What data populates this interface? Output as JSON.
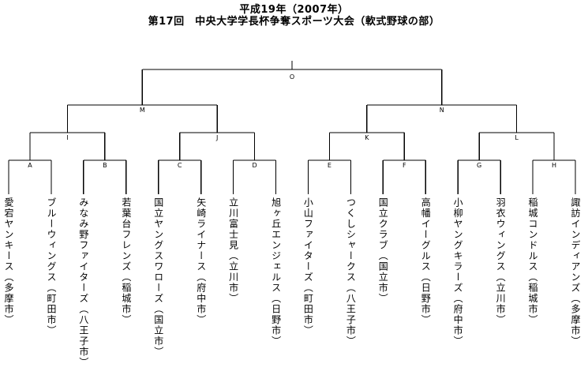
{
  "title": {
    "line1": "平成19年（2007年）",
    "line2": "第17回　中央大学学長杯争奪スポーツ大会（軟式野球の部）"
  },
  "bracket": {
    "teams": [
      {
        "name": "愛宕ヤンキース",
        "city": "多摩市",
        "label": "愛宕ヤンキース（多摩市）"
      },
      {
        "name": "ブルーウィングス",
        "city": "町田市",
        "label": "ブルーウィングス（町田市）"
      },
      {
        "name": "みなみ野ファイターズ",
        "city": "八王子市",
        "label": "みなみ野ファイターズ（八王子市）"
      },
      {
        "name": "若葉台フレンズ",
        "city": "稲城市",
        "label": "若葉台フレンズ（稲城市）"
      },
      {
        "name": "国立ヤングスワローズ",
        "city": "国立市",
        "label": "国立ヤングスワローズ（国立市）"
      },
      {
        "name": "矢崎ライナース",
        "city": "府中市",
        "label": "矢崎ライナース（府中市）"
      },
      {
        "name": "立川富士見",
        "city": "立川市",
        "label": "立川富士見（立川市）"
      },
      {
        "name": "旭ヶ丘エンジェルス",
        "city": "日野市",
        "label": "旭ヶ丘エンジェルス（日野市）"
      },
      {
        "name": "小山ファイターズ",
        "city": "町田市",
        "label": "小山ファイターズ（町田市）"
      },
      {
        "name": "つくしシャークス",
        "city": "八王子市",
        "label": "つくしシャークス（八王子市）"
      },
      {
        "name": "国立クラブ",
        "city": "国立市",
        "label": "国立クラブ（国立市）"
      },
      {
        "name": "高幡イーグルス",
        "city": "日野市",
        "label": "高幡イーグルス（日野市）"
      },
      {
        "name": "小柳ヤングキラーズ",
        "city": "府中市",
        "label": "小柳ヤングキラーズ（府中市）"
      },
      {
        "name": "羽衣ウィングス",
        "city": "立川市",
        "label": "羽衣ウィングス（立川市）"
      },
      {
        "name": "稲城コンドルス",
        "city": "稲城市",
        "label": "稲城コンドルス（稲城市）"
      },
      {
        "name": "諏訪インディアンズ",
        "city": "多摩市",
        "label": "諏訪インディアンズ（多摩市）"
      }
    ],
    "match_labels": {
      "round1": [
        "A",
        "B",
        "C",
        "D",
        "E",
        "F",
        "G",
        "H"
      ],
      "quarterfinal": [
        "I",
        "J",
        "K",
        "L"
      ],
      "semifinal": [
        "M",
        "N"
      ],
      "final": "O"
    }
  },
  "colors": {
    "line": "#000000",
    "text": "#000000",
    "background": "#ffffff"
  }
}
